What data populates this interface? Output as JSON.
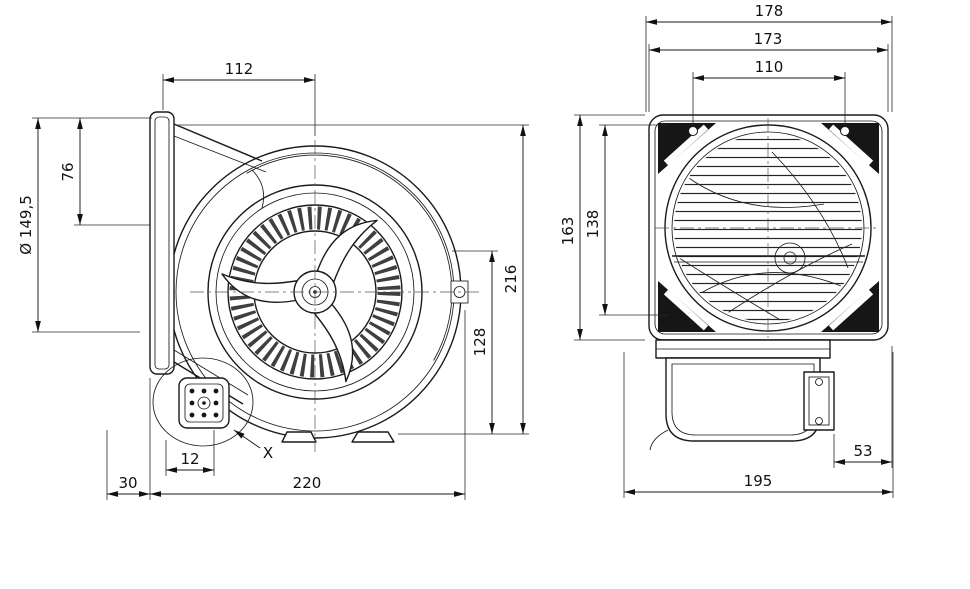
{
  "drawing": {
    "background": "#ffffff",
    "line_color": "#1a1a1a",
    "side_view": {
      "label": "side-view",
      "dims": {
        "top_width": "112",
        "inlet_offset": "76",
        "inlet_diameter": "Ø 149,5",
        "outlet_height": "128",
        "overall_height": "216",
        "pad_offset": "12",
        "detail_mark": "X",
        "flange_setback": "30",
        "overall_length": "220"
      }
    },
    "front_view": {
      "label": "front-view",
      "dims": {
        "overall_width": "178",
        "housing_width": "173",
        "hole_pitch": "110",
        "overall_height": "163",
        "inlet_height": "138",
        "terminal_depth": "53",
        "overall_depth": "195"
      }
    }
  }
}
